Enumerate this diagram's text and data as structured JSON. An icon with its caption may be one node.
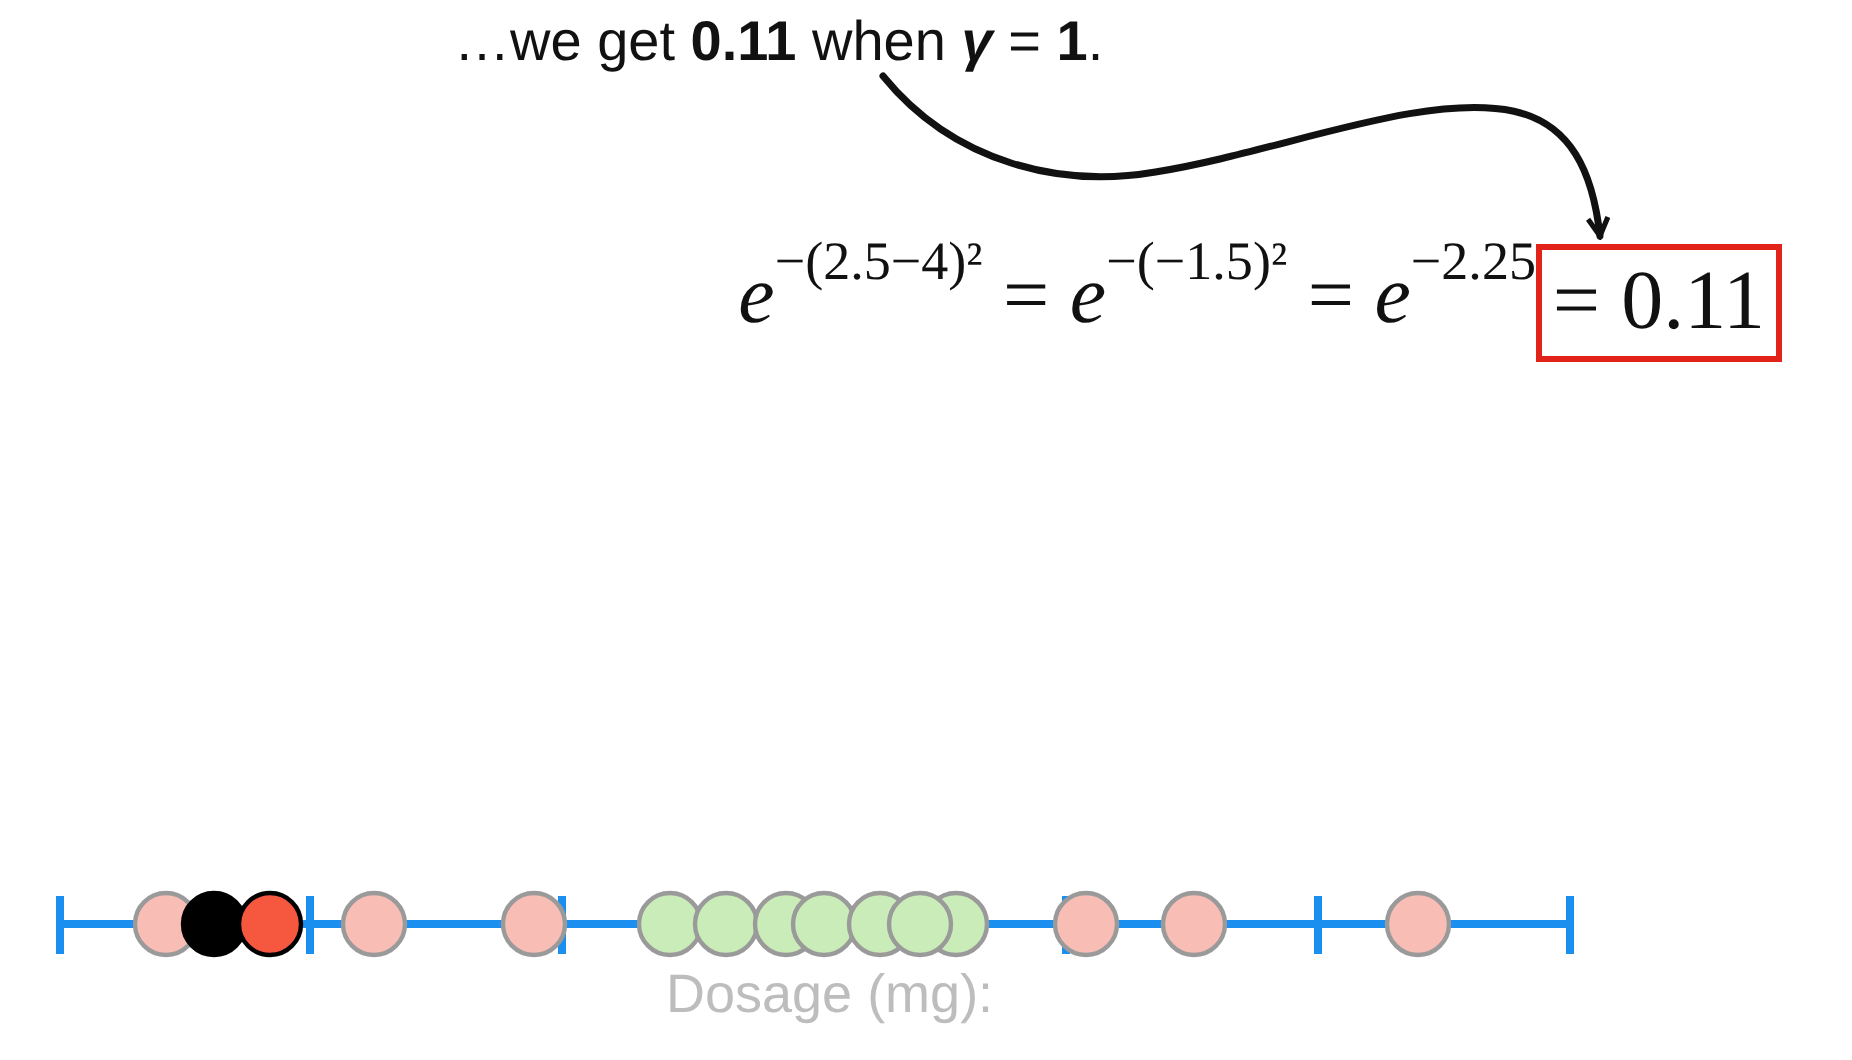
{
  "diagram": {
    "nodes": [
      {
        "text": [
          "…we get **0.11** when *γ* = **1**."
        ]
      },
      {
        "text": [
          "= 0.11"
        ]
      }
    ],
    "edges": [
      {
        "from": 0,
        "to": 1,
        "arrow": "to"
      }
    ],
    "labels": [
      "*e*$^{−(2.5−4)²}$ = *e*$^{−(−1.5)²}$ = *e*$^{−2.25}$",
      "Dosage (mg):"
    ]
  }
}
